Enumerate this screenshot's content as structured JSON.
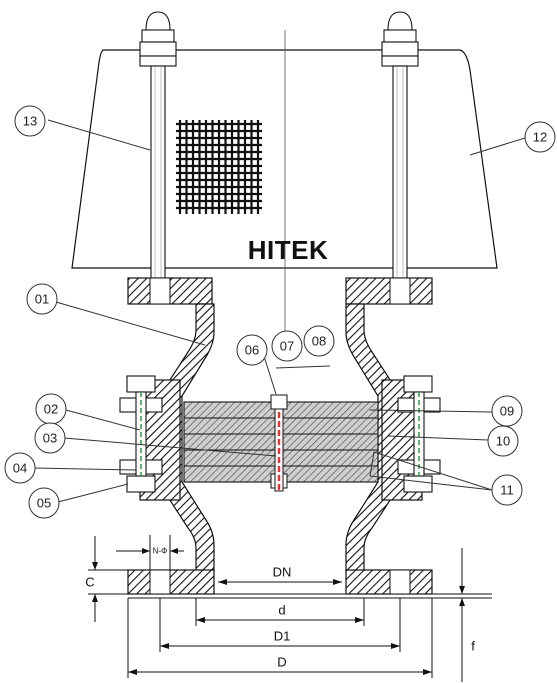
{
  "brand": "HITEK",
  "callouts": {
    "c01": "01",
    "c02": "02",
    "c03": "03",
    "c04": "04",
    "c05": "05",
    "c06": "06",
    "c07": "07",
    "c08": "08",
    "c09": "09",
    "c10": "10",
    "c11": "11",
    "c12": "12",
    "c13": "13"
  },
  "dimensions": {
    "nominal_diameter": "DN",
    "inner": "d",
    "bolt_circle": "D1",
    "outer": "D",
    "flange_thickness": "C",
    "holes": "N-Φ",
    "height_mark": "f"
  }
}
